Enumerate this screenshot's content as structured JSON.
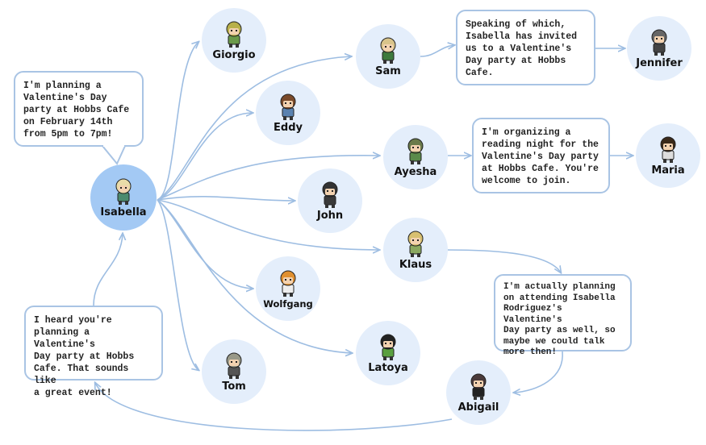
{
  "nodes": {
    "isabella": {
      "name": "Isabella",
      "hair": "#e9dca8",
      "body": "#4c8a6e"
    },
    "giorgio": {
      "name": "Giorgio",
      "hair": "#b8b04a",
      "body": "#6a9a4a"
    },
    "sam": {
      "name": "Sam",
      "hair": "#d9c48a",
      "body": "#3d7a3d"
    },
    "jennifer": {
      "name": "Jennifer",
      "hair": "#666666",
      "body": "#444444"
    },
    "eddy": {
      "name": "Eddy",
      "hair": "#7a4a2a",
      "body": "#5a82b0"
    },
    "ayesha": {
      "name": "Ayesha",
      "hair": "#6a7a4a",
      "body": "#5a8a4a"
    },
    "maria": {
      "name": "Maria",
      "hair": "#3a2a1a",
      "body": "#dddddd"
    },
    "john": {
      "name": "John",
      "hair": "#333333",
      "body": "#3a3a3a"
    },
    "klaus": {
      "name": "Klaus",
      "hair": "#d8c070",
      "body": "#8aa860"
    },
    "wolfgang": {
      "name": "Wolfgang",
      "hair": "#e09030",
      "body": "#eeeeee"
    },
    "latoya": {
      "name": "Latoya",
      "hair": "#222222",
      "body": "#5aa040"
    },
    "tom": {
      "name": "Tom",
      "hair": "#999988",
      "body": "#555555"
    },
    "abigail": {
      "name": "Abigail",
      "hair": "#4a3a3a",
      "body": "#222222"
    }
  },
  "bubbles": {
    "isabella": "I'm planning a\nValentine's Day\nparty at Hobbs Cafe\non February 14th\nfrom 5pm to 7pm!",
    "sam": "Speaking of which,\nIsabella has invited\nus to a Valentine's\nDay party at Hobbs\nCafe.",
    "ayesha": "I'm organizing a\nreading night for the\nValentine's Day party\nat Hobbs Cafe. You're\nwelcome to join.",
    "klaus": "I'm actually planning\non attending Isabella\nRodriguez's Valentine's\nDay party as well, so\nmaybe we could talk\nmore then!",
    "abigail": "I heard you're\nplanning a Valentine's\nDay party at Hobbs\nCafe. That sounds like\na great event!"
  },
  "colors": {
    "edge": "#9dbde2",
    "main_node": "#a3c9f4",
    "node": "#e4eefb"
  }
}
